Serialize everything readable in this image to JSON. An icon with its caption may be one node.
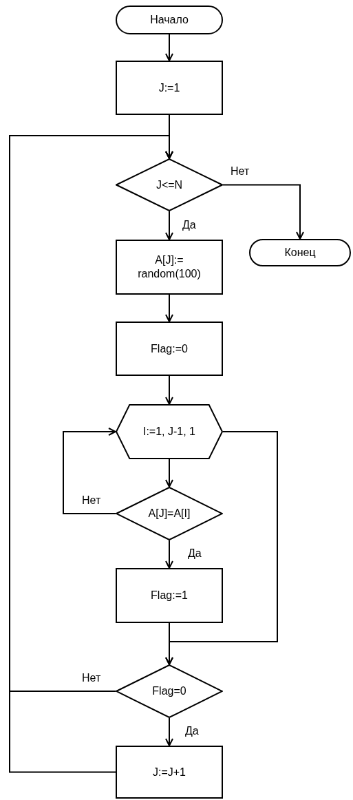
{
  "diagram": {
    "nodes": [
      {
        "text": [
          "Начало"
        ]
      },
      {
        "text": [
          "J:=1"
        ]
      },
      {
        "text": [
          "J<=N"
        ]
      },
      {
        "text": [
          "Конец"
        ]
      },
      {
        "text": [
          "A[J]:= random(100)"
        ]
      },
      {
        "text": [
          "Flag:=0"
        ]
      },
      {
        "text": [
          "I:=1, J-1, 1"
        ]
      },
      {
        "text": [
          "A[J]=A[I]"
        ]
      },
      {
        "text": [
          "Flag:=1"
        ]
      },
      {
        "text": [
          "Flag=0"
        ]
      },
      {
        "text": [
          "J:=J+1"
        ]
      }
    ],
    "edges": [
      {
        "from": 0,
        "to": 1,
        "arrow": "to"
      },
      {
        "from": 1,
        "to": 2,
        "arrow": "to"
      },
      {
        "from": 2,
        "to": 3,
        "arrow": "to",
        "label": "Нет"
      },
      {
        "from": 2,
        "to": 4,
        "arrow": "to",
        "label": "Да"
      },
      {
        "from": 4,
        "to": 5,
        "arrow": "to"
      },
      {
        "from": 5,
        "to": 6,
        "arrow": "to"
      },
      {
        "from": 6,
        "to": 7,
        "arrow": "to"
      },
      {
        "from": 7,
        "to": 6,
        "arrow": "to",
        "label": "Нет"
      },
      {
        "from": 7,
        "to": 8,
        "arrow": "to",
        "label": "Да"
      },
      {
        "from": 8,
        "to": 9,
        "arrow": "to"
      },
      {
        "from": 6,
        "to": 9,
        "arrow": "to"
      },
      {
        "from": 9,
        "to": 2,
        "arrow": "to",
        "label": "Нет"
      },
      {
        "from": 9,
        "to": 10,
        "arrow": "to",
        "label": "Да"
      },
      {
        "from": 10,
        "to": 2,
        "arrow": "to"
      }
    ]
  }
}
